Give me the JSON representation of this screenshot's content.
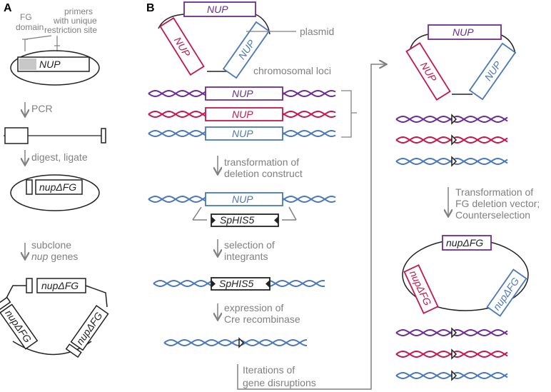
{
  "colors": {
    "purple": "#6b2d91",
    "red": "#c4184d",
    "blue": "#4a78b8",
    "gray": "#808080",
    "black": "#222222",
    "fg_shade": "#c8c8c8"
  },
  "panel_a": {
    "label": "A",
    "fg_domain": [
      "FG",
      "domain"
    ],
    "primers": [
      "primers",
      "with unique",
      "restriction site"
    ],
    "gene": "NUP",
    "step_pcr": "PCR",
    "step_digest": "digest, ligate",
    "construct": "nupΔFG",
    "step_subclone": [
      "subclone",
      "nup genes"
    ],
    "subclone_italic": "nup",
    "subclone_rest": " genes"
  },
  "panel_b": {
    "label": "B",
    "gene": "NUP",
    "plasmid": "plasmid",
    "chromosomal_loci": "chromosomal loci",
    "step_transformation": [
      "transformation of",
      "deletion construct"
    ],
    "marker": "SpHIS5",
    "step_selection": [
      "selection of",
      "integrants"
    ],
    "step_cre": [
      "expression of",
      "Cre recombinase"
    ],
    "step_iterations": [
      "Iterations of",
      "gene disruptions"
    ],
    "step_fg": [
      "Transformation of",
      "FG deletion vector;",
      "Counterselection"
    ],
    "construct": "nupΔFG"
  }
}
